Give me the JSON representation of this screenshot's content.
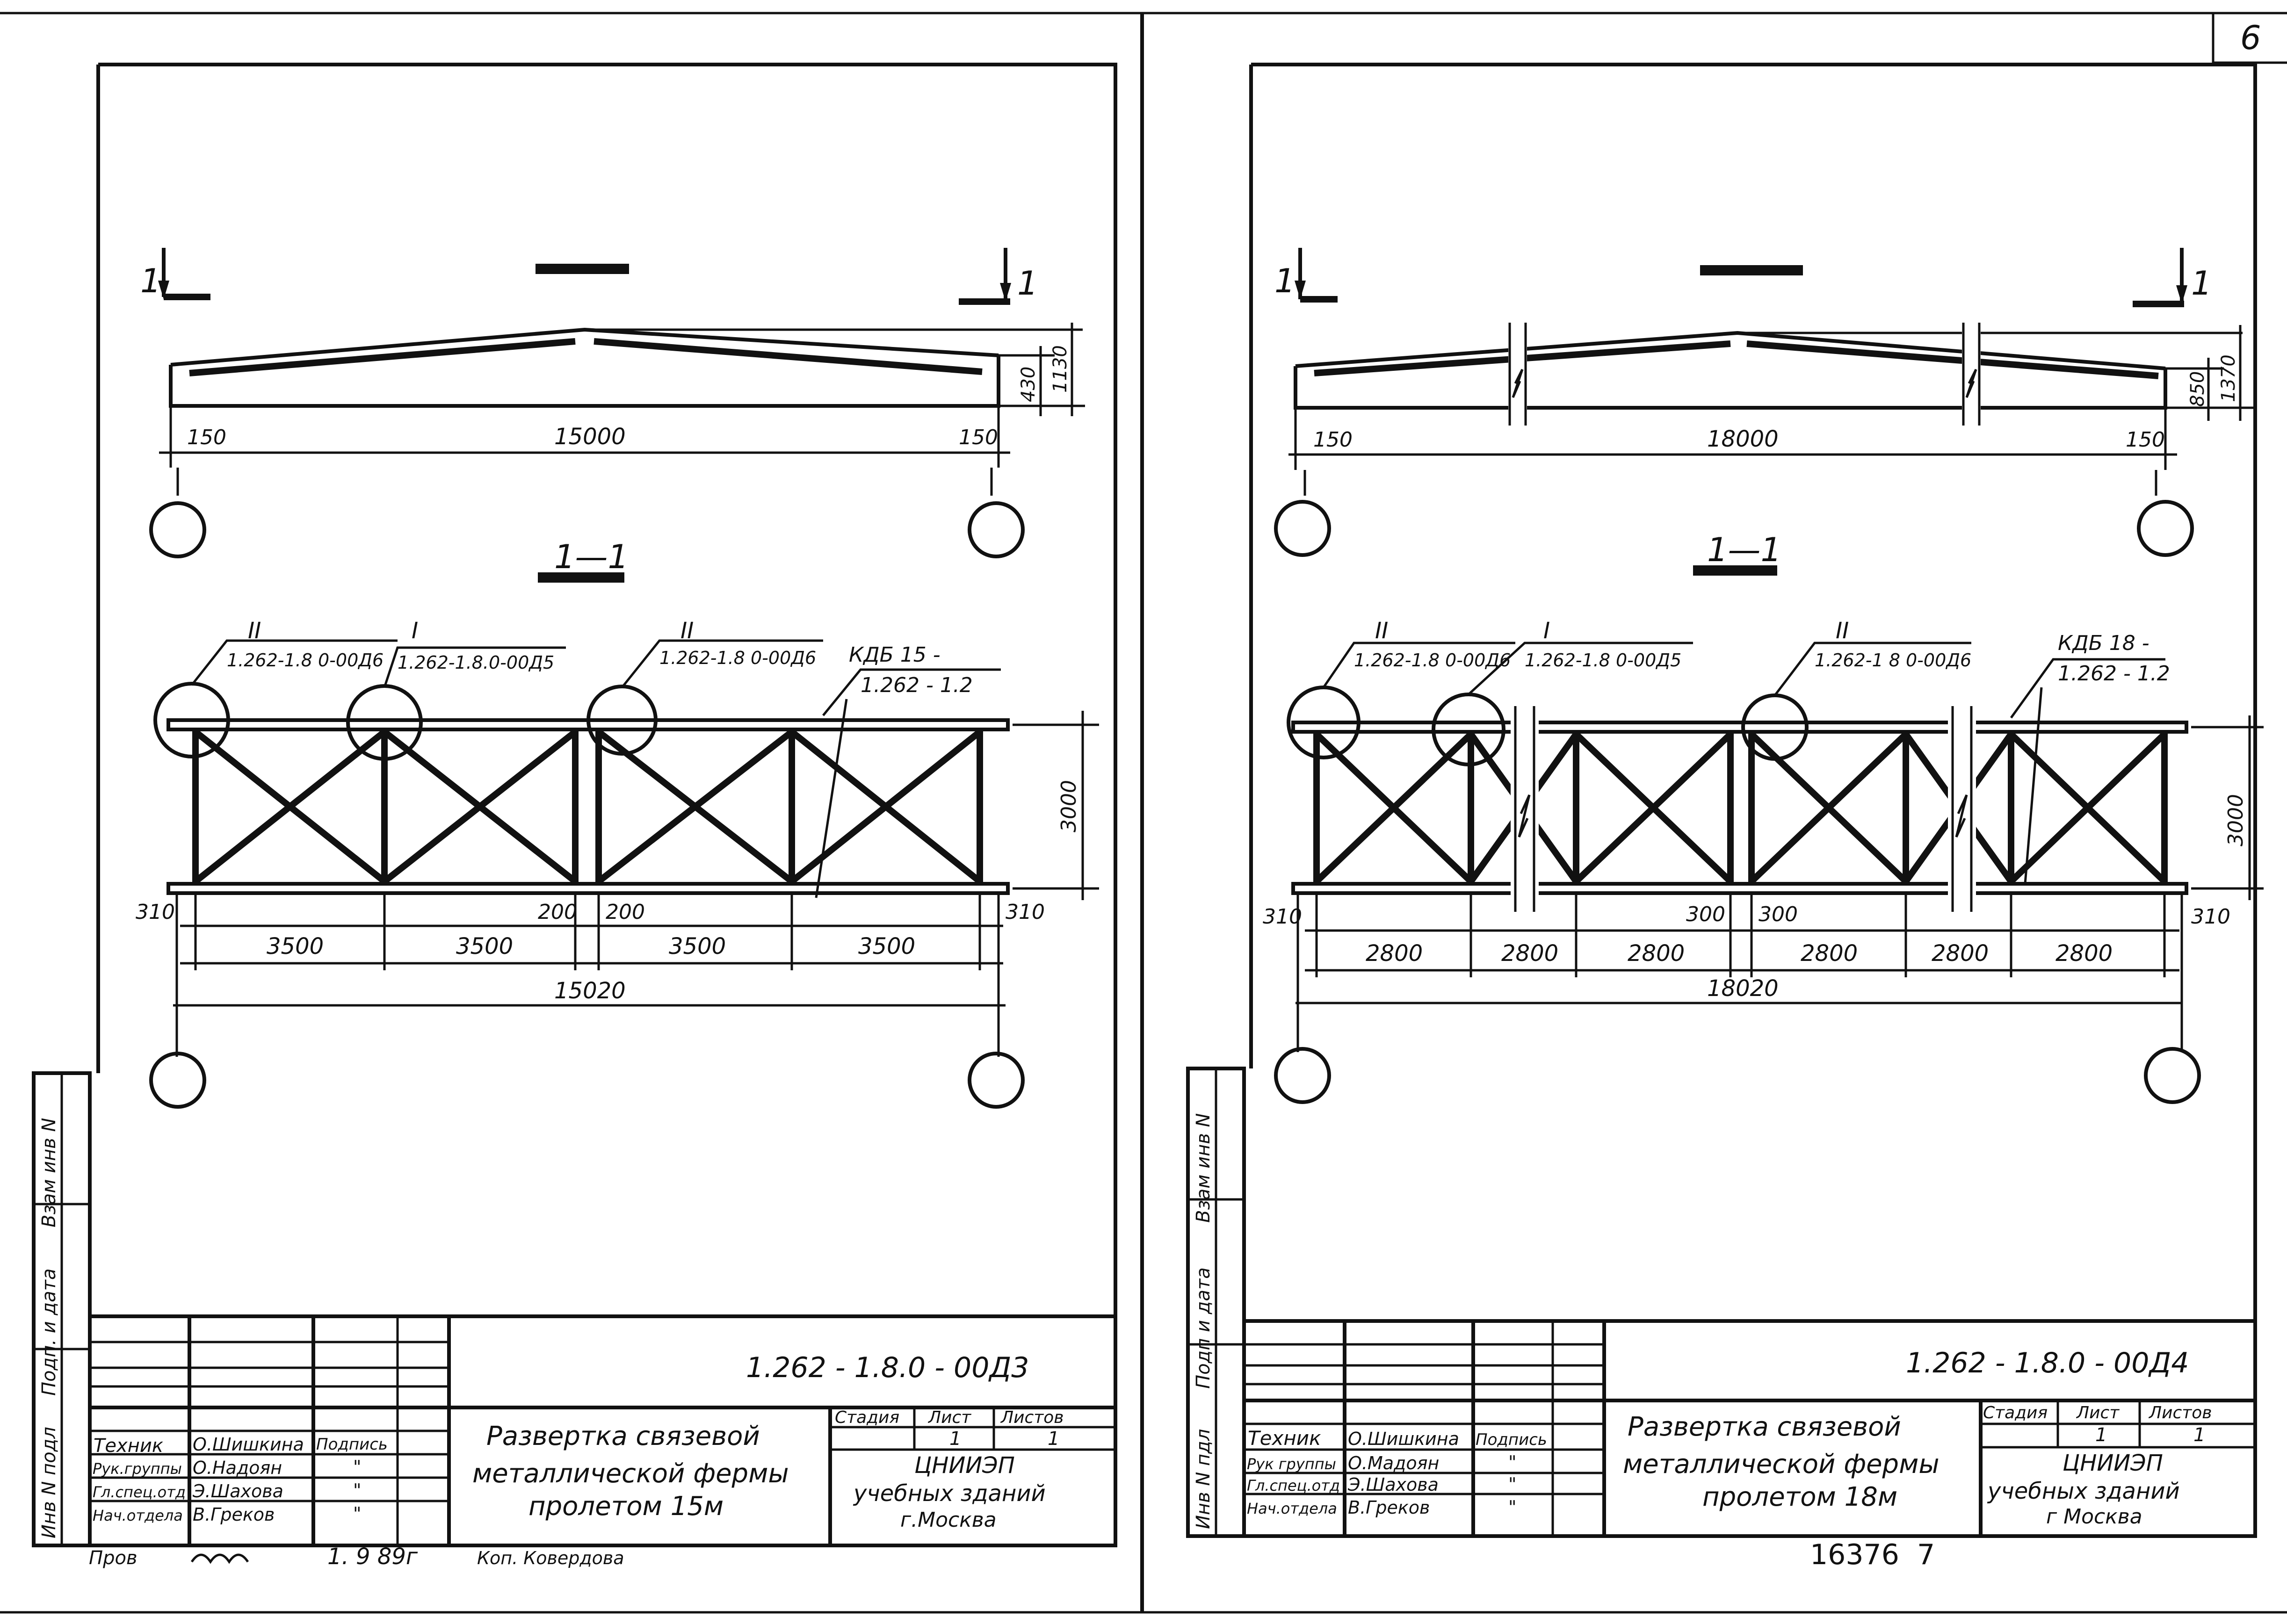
{
  "page_number": "6",
  "footer": {
    "sheet_code_bottom": "16376  7"
  },
  "sheets": [
    {
      "id": "left",
      "elevation": {
        "section_marks": [
          "1",
          "1"
        ],
        "span": "15000",
        "end_left": "150",
        "end_right": "150",
        "end_height": "430",
        "ridge_height": "1130"
      },
      "section": {
        "title": "1—1",
        "callouts": [
          {
            "roman": "II",
            "code": "1.262-1.8 0-00Д6"
          },
          {
            "roman": "I",
            "code": "1.262-1.8.0-00Д5"
          },
          {
            "roman": "II",
            "code": "1.262-1.8 0-00Д6"
          }
        ],
        "kdb_line1": "КДБ 15 -",
        "kdb_line2": "1.262 - 1.2",
        "height": "3000",
        "overhang_left": "310",
        "overhang_right": "310",
        "gap_left": "200",
        "gap_right": "200",
        "panels": [
          "3500",
          "3500",
          "3500",
          "3500"
        ],
        "total": "15020"
      },
      "stamp": {
        "code": "1.262 - 1.8.0 - 00Д3",
        "roles": [
          "Техник",
          "Рук.группы",
          "Гл.спец.отд",
          "Нач.отдела"
        ],
        "names": [
          "О.Шишкина",
          "О.Надоян",
          "Э.Шахова",
          "В.Греков"
        ],
        "sign_head": "Подпись",
        "marks": [
          "\"",
          "\"",
          "\""
        ],
        "title_lines": [
          "Развертка связевой",
          "металлической фермы",
          "пролетом 15м"
        ],
        "stage_label": "Стадия",
        "sheet_label": "Лист",
        "sheets_label": "Листов",
        "sheet_val": "1",
        "sheets_val": "1",
        "org_lines": [
          "ЦНИИЭП",
          "учебных зданий",
          "г.Москва"
        ],
        "side_labels": [
          "Инв N подл",
          "Подп. и дата",
          "Взам инв N"
        ]
      },
      "below_stamp": {
        "prov": "Пров",
        "date": "1. 9 89г",
        "copy": "Коп. Ковердова"
      }
    },
    {
      "id": "right",
      "elevation": {
        "section_marks": [
          "1",
          "1"
        ],
        "span": "18000",
        "end_left": "150",
        "end_right": "150",
        "end_height": "850",
        "ridge_height": "1370"
      },
      "section": {
        "title": "1—1",
        "callouts": [
          {
            "roman": "II",
            "code": "1.262-1.8 0-00Д6"
          },
          {
            "roman": "I",
            "code": "1.262-1.8 0-00Д5"
          },
          {
            "roman": "II",
            "code": "1.262-1 8 0-00Д6"
          }
        ],
        "kdb_line1": "КДБ 18 -",
        "kdb_line2": "1.262 - 1.2",
        "height": "3000",
        "overhang_left": "310",
        "overhang_right": "310",
        "gap_left": "300",
        "gap_right": "300",
        "panels": [
          "2800",
          "2800",
          "2800",
          "2800",
          "2800",
          "2800"
        ],
        "total": "18020"
      },
      "stamp": {
        "code": "1.262 - 1.8.0 - 00Д4",
        "roles": [
          "Техник",
          "Рук группы",
          "Гл.спец.отд",
          "Нач.отдела"
        ],
        "names": [
          "О.Шишкина",
          "О.Мадоян",
          "Э.Шахова",
          "В.Греков"
        ],
        "sign_head": "Подпись",
        "marks": [
          "\"",
          "\"",
          "\""
        ],
        "title_lines": [
          "Развертка связевой",
          "металлической фермы",
          "пролетом 18м"
        ],
        "stage_label": "Стадия",
        "sheet_label": "Лист",
        "sheets_label": "Листов",
        "sheet_val": "1",
        "sheets_val": "1",
        "org_lines": [
          "ЦНИИЭП",
          "учебных зданий",
          "г Москва"
        ],
        "side_labels": [
          "Инв N пдл",
          "Подп и дата",
          "Взам инв N"
        ]
      }
    }
  ]
}
